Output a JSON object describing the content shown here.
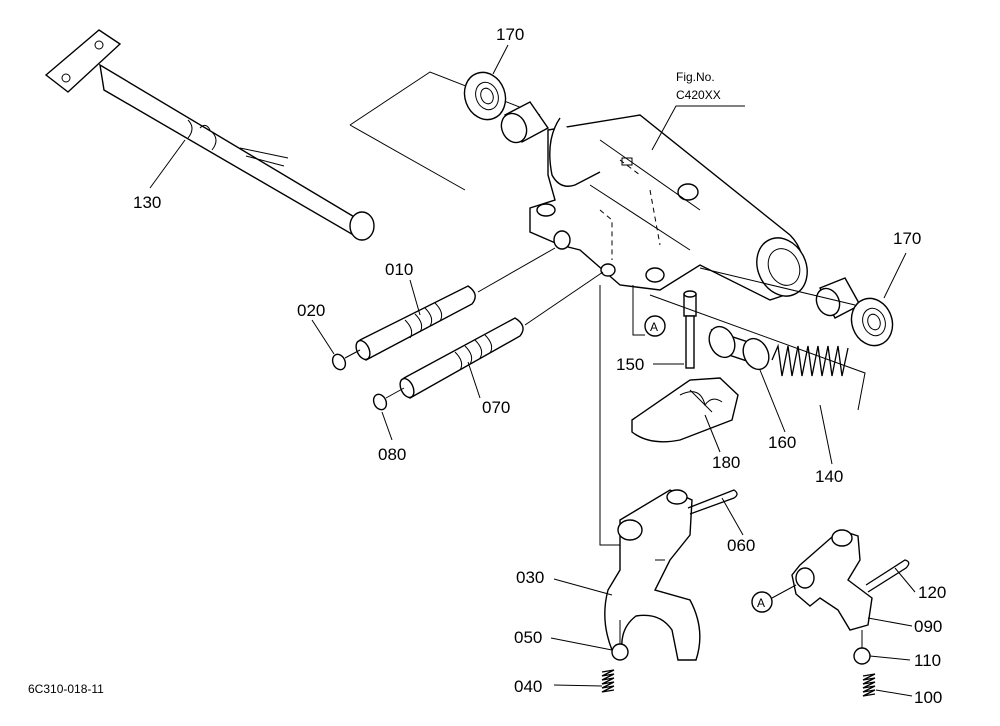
{
  "figure": {
    "fig_label": "Fig.No.",
    "fig_code": "C420XX",
    "drawing_number": "6C310-018-11",
    "reference_mark": "A"
  },
  "callouts": [
    {
      "id": "p170a",
      "text": "170"
    },
    {
      "id": "p130",
      "text": "130"
    },
    {
      "id": "p010",
      "text": "010"
    },
    {
      "id": "p020",
      "text": "020"
    },
    {
      "id": "p070",
      "text": "070"
    },
    {
      "id": "p080",
      "text": "080"
    },
    {
      "id": "p150",
      "text": "150"
    },
    {
      "id": "p180",
      "text": "180"
    },
    {
      "id": "p160",
      "text": "160"
    },
    {
      "id": "p140",
      "text": "140"
    },
    {
      "id": "p170b",
      "text": "170"
    },
    {
      "id": "p060",
      "text": "060"
    },
    {
      "id": "p030",
      "text": "030"
    },
    {
      "id": "p050",
      "text": "050"
    },
    {
      "id": "p040",
      "text": "040"
    },
    {
      "id": "p120",
      "text": "120"
    },
    {
      "id": "p090",
      "text": "090"
    },
    {
      "id": "p110",
      "text": "110"
    },
    {
      "id": "p100",
      "text": "100"
    }
  ]
}
